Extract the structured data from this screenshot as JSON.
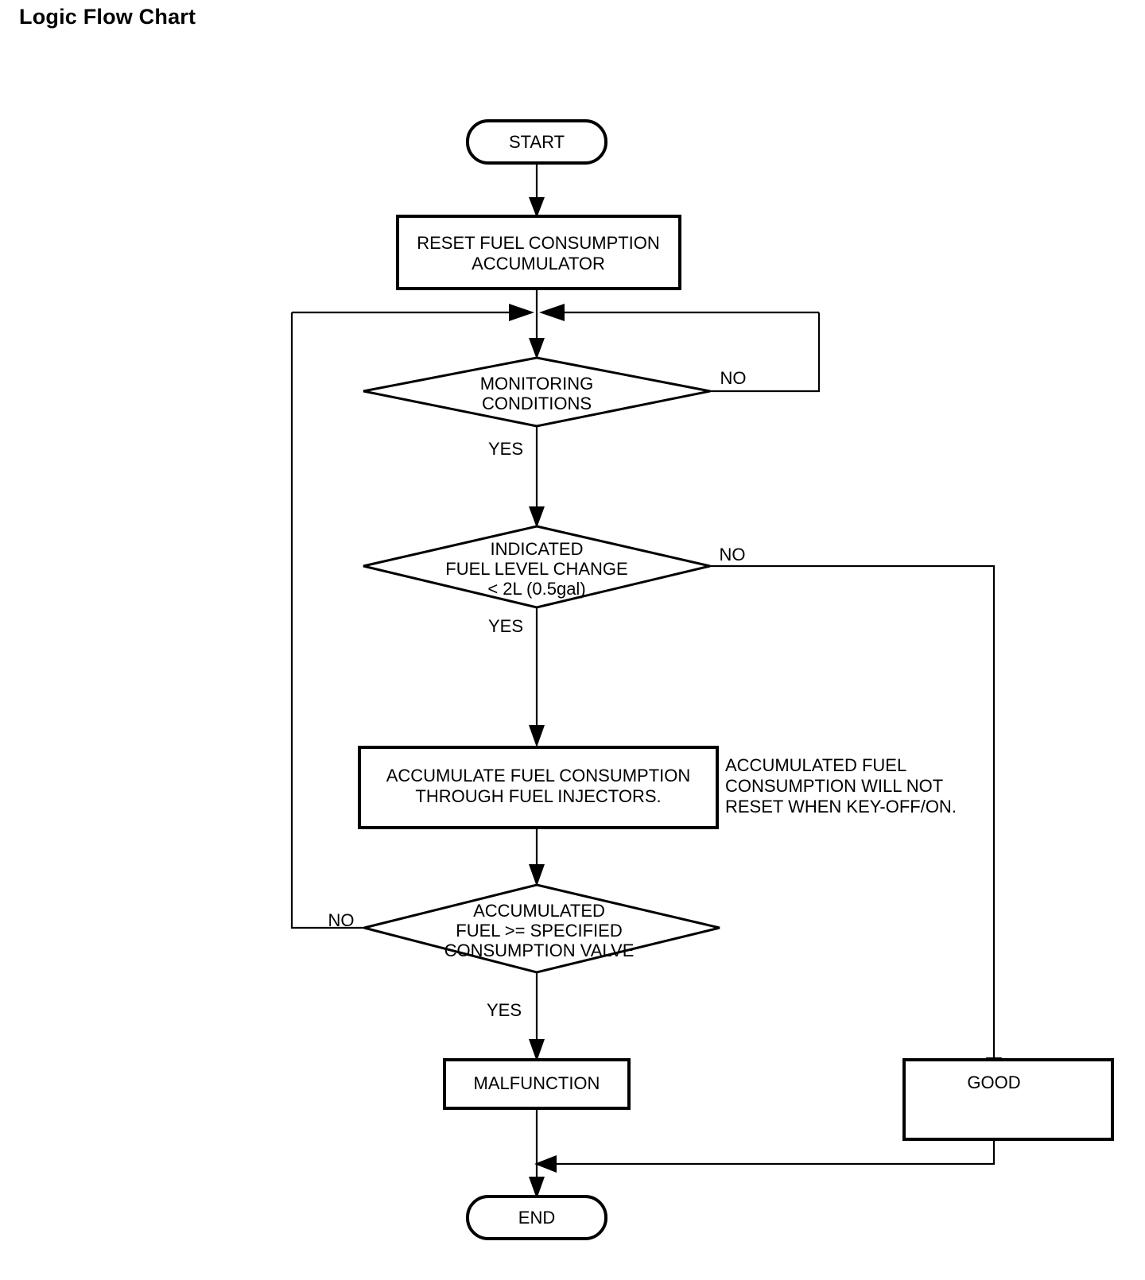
{
  "title": "Logic Flow Chart",
  "chart_data": {
    "type": "diagram",
    "diagram_kind": "flowchart",
    "orientation": "top-to-bottom",
    "nodes": [
      {
        "id": "start",
        "shape": "terminator",
        "lines": [
          "START"
        ]
      },
      {
        "id": "reset",
        "shape": "process",
        "lines": [
          "RESET FUEL CONSUMPTION",
          "ACCUMULATOR"
        ]
      },
      {
        "id": "monitoring",
        "shape": "decision",
        "lines": [
          "MONITORING",
          "CONDITIONS"
        ]
      },
      {
        "id": "fuellevel",
        "shape": "decision",
        "lines": [
          "INDICATED",
          "FUEL LEVEL CHANGE",
          "< 2L (0.5gal)"
        ]
      },
      {
        "id": "accumulate",
        "shape": "process",
        "lines": [
          "ACCUMULATE FUEL CONSUMPTION",
          "THROUGH FUEL INJECTORS."
        ]
      },
      {
        "id": "threshold",
        "shape": "decision",
        "lines": [
          "ACCUMULATED",
          "FUEL >= SPECIFIED",
          "CONSUMPTION VALVE"
        ]
      },
      {
        "id": "malfunction",
        "shape": "process",
        "lines": [
          "MALFUNCTION"
        ]
      },
      {
        "id": "good",
        "shape": "process",
        "lines": [
          "GOOD"
        ]
      },
      {
        "id": "end",
        "shape": "terminator",
        "lines": [
          "END"
        ]
      }
    ],
    "edges": [
      {
        "from": "start",
        "to": "reset",
        "label": ""
      },
      {
        "from": "reset",
        "to": "monitoring",
        "label": ""
      },
      {
        "from": "monitoring",
        "to": "fuellevel",
        "label": "YES"
      },
      {
        "from": "monitoring",
        "to": "monitoring",
        "label": "NO"
      },
      {
        "from": "fuellevel",
        "to": "accumulate",
        "label": "YES"
      },
      {
        "from": "fuellevel",
        "to": "good",
        "label": "NO"
      },
      {
        "from": "accumulate",
        "to": "threshold",
        "label": ""
      },
      {
        "from": "threshold",
        "to": "monitoring",
        "label": "NO"
      },
      {
        "from": "threshold",
        "to": "malfunction",
        "label": "YES"
      },
      {
        "from": "malfunction",
        "to": "end",
        "label": ""
      },
      {
        "from": "good",
        "to": "end",
        "label": ""
      }
    ],
    "annotations": [
      {
        "id": "note-accumulate",
        "lines": [
          "ACCUMULATED FUEL",
          "CONSUMPTION WILL NOT",
          "RESET WHEN KEY-OFF/ON."
        ]
      }
    ],
    "colors": {
      "stroke": "#000000",
      "fill": "#ffffff",
      "text": "#000000"
    }
  },
  "nodes": {
    "start": {
      "line1": "START"
    },
    "reset": {
      "line1": "RESET FUEL CONSUMPTION",
      "line2": "ACCUMULATOR"
    },
    "monitoring": {
      "line1": "MONITORING",
      "line2": "CONDITIONS"
    },
    "fuellevel": {
      "line1": "INDICATED",
      "line2": "FUEL LEVEL CHANGE",
      "line3": "< 2L (0.5gal)"
    },
    "accumulate": {
      "line1": "ACCUMULATE FUEL CONSUMPTION",
      "line2": "THROUGH FUEL INJECTORS."
    },
    "threshold": {
      "line1": "ACCUMULATED",
      "line2": "FUEL >= SPECIFIED",
      "line3": "CONSUMPTION VALVE"
    },
    "malfunction": {
      "line1": "MALFUNCTION"
    },
    "good": {
      "line1": "GOOD"
    },
    "end": {
      "line1": "END"
    }
  },
  "labels": {
    "monitoring_yes": "YES",
    "monitoring_no": "NO",
    "fuellevel_yes": "YES",
    "fuellevel_no": "NO",
    "threshold_yes": "YES",
    "threshold_no": "NO"
  },
  "note": {
    "line1": "ACCUMULATED FUEL",
    "line2": "CONSUMPTION WILL NOT",
    "line3": "RESET WHEN KEY-OFF/ON."
  }
}
